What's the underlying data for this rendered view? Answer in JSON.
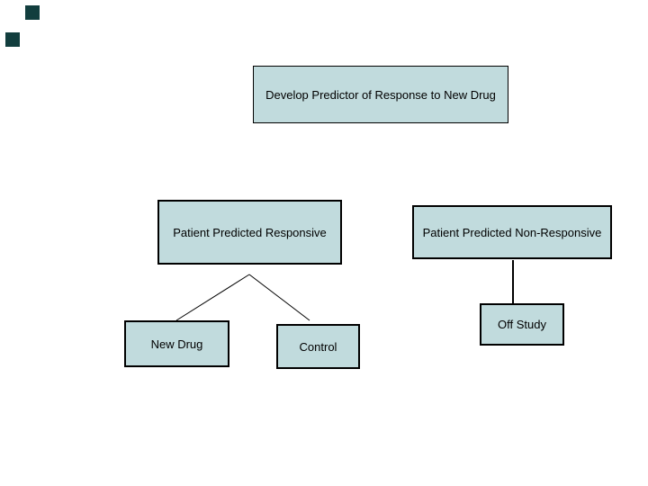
{
  "slide": {
    "boxes": {
      "develop_predictor": {
        "label": "Develop Predictor of Response to New Drug"
      },
      "predicted_responsive": {
        "label": "Patient Predicted Responsive"
      },
      "predicted_non_responsive": {
        "label": "Patient Predicted Non-Responsive"
      },
      "new_drug": {
        "label": "New Drug"
      },
      "control": {
        "label": "Control"
      },
      "off_study": {
        "label": "Off Study"
      }
    },
    "colors": {
      "background": "#ffffff",
      "box_fill": "#c1dbdd",
      "box_border": "#000000",
      "connector_line": "#000000",
      "decor_square": "#123e3e"
    },
    "decor": {
      "squares_count": 2
    }
  }
}
